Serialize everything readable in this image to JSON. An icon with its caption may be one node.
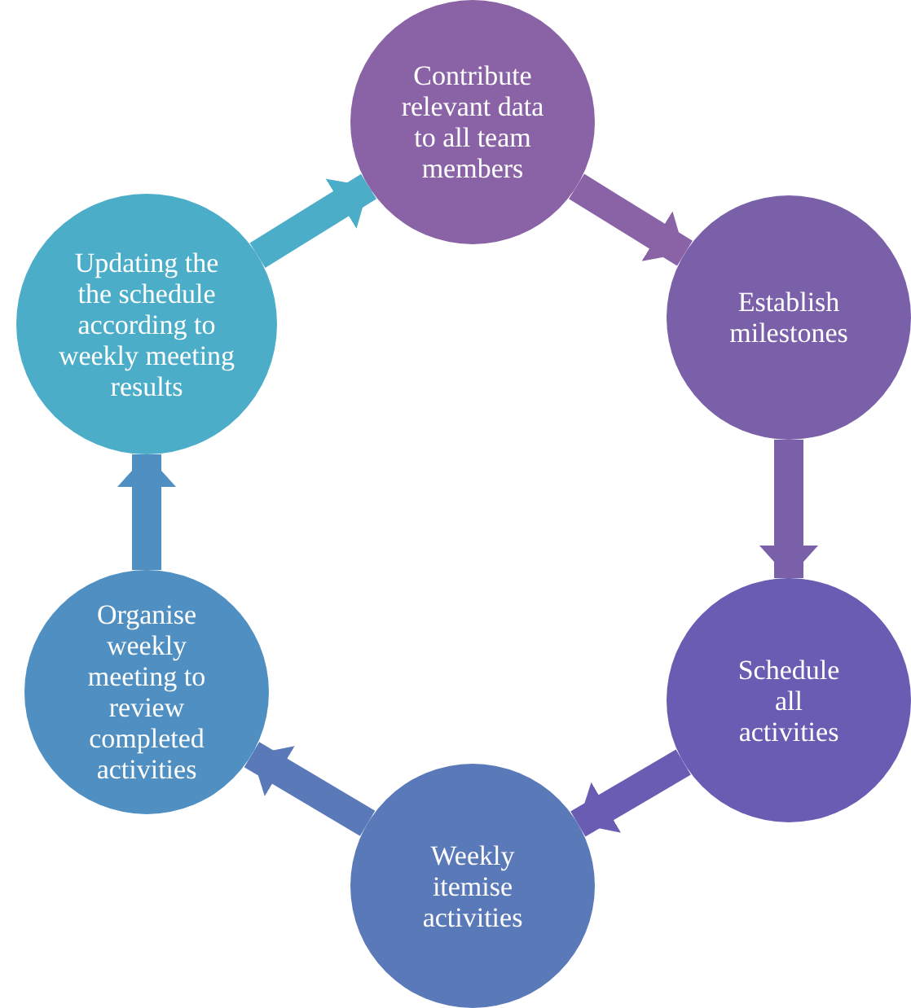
{
  "diagram": {
    "nodes": [
      {
        "text": [
          "Contribute relevant data to all team members"
        ]
      },
      {
        "text": [
          "Establish milestones"
        ]
      },
      {
        "text": [
          "Schedule all activities"
        ]
      },
      {
        "text": [
          "Weekly itemise activities"
        ]
      },
      {
        "text": [
          "Organise weekly meeting to review completed activities"
        ]
      },
      {
        "text": [
          "Updating the the schedule according to weekly meeting results"
        ]
      }
    ],
    "edges": [
      {
        "from": 5,
        "to": 0,
        "arrow": "to",
        "color": "#4badc8"
      },
      {
        "from": 0,
        "to": 1,
        "arrow": "to",
        "color": "#8a62a6"
      },
      {
        "from": 1,
        "to": 2,
        "arrow": "to",
        "color": "#7a5fa9"
      },
      {
        "from": 2,
        "to": 3,
        "arrow": "to",
        "color": "#6a5cb2"
      },
      {
        "from": 3,
        "to": 4,
        "arrow": "to",
        "color": "#5a79b8"
      },
      {
        "from": 4,
        "to": 5,
        "arrow": "to",
        "color": "#4f8fc2"
      }
    ]
  }
}
